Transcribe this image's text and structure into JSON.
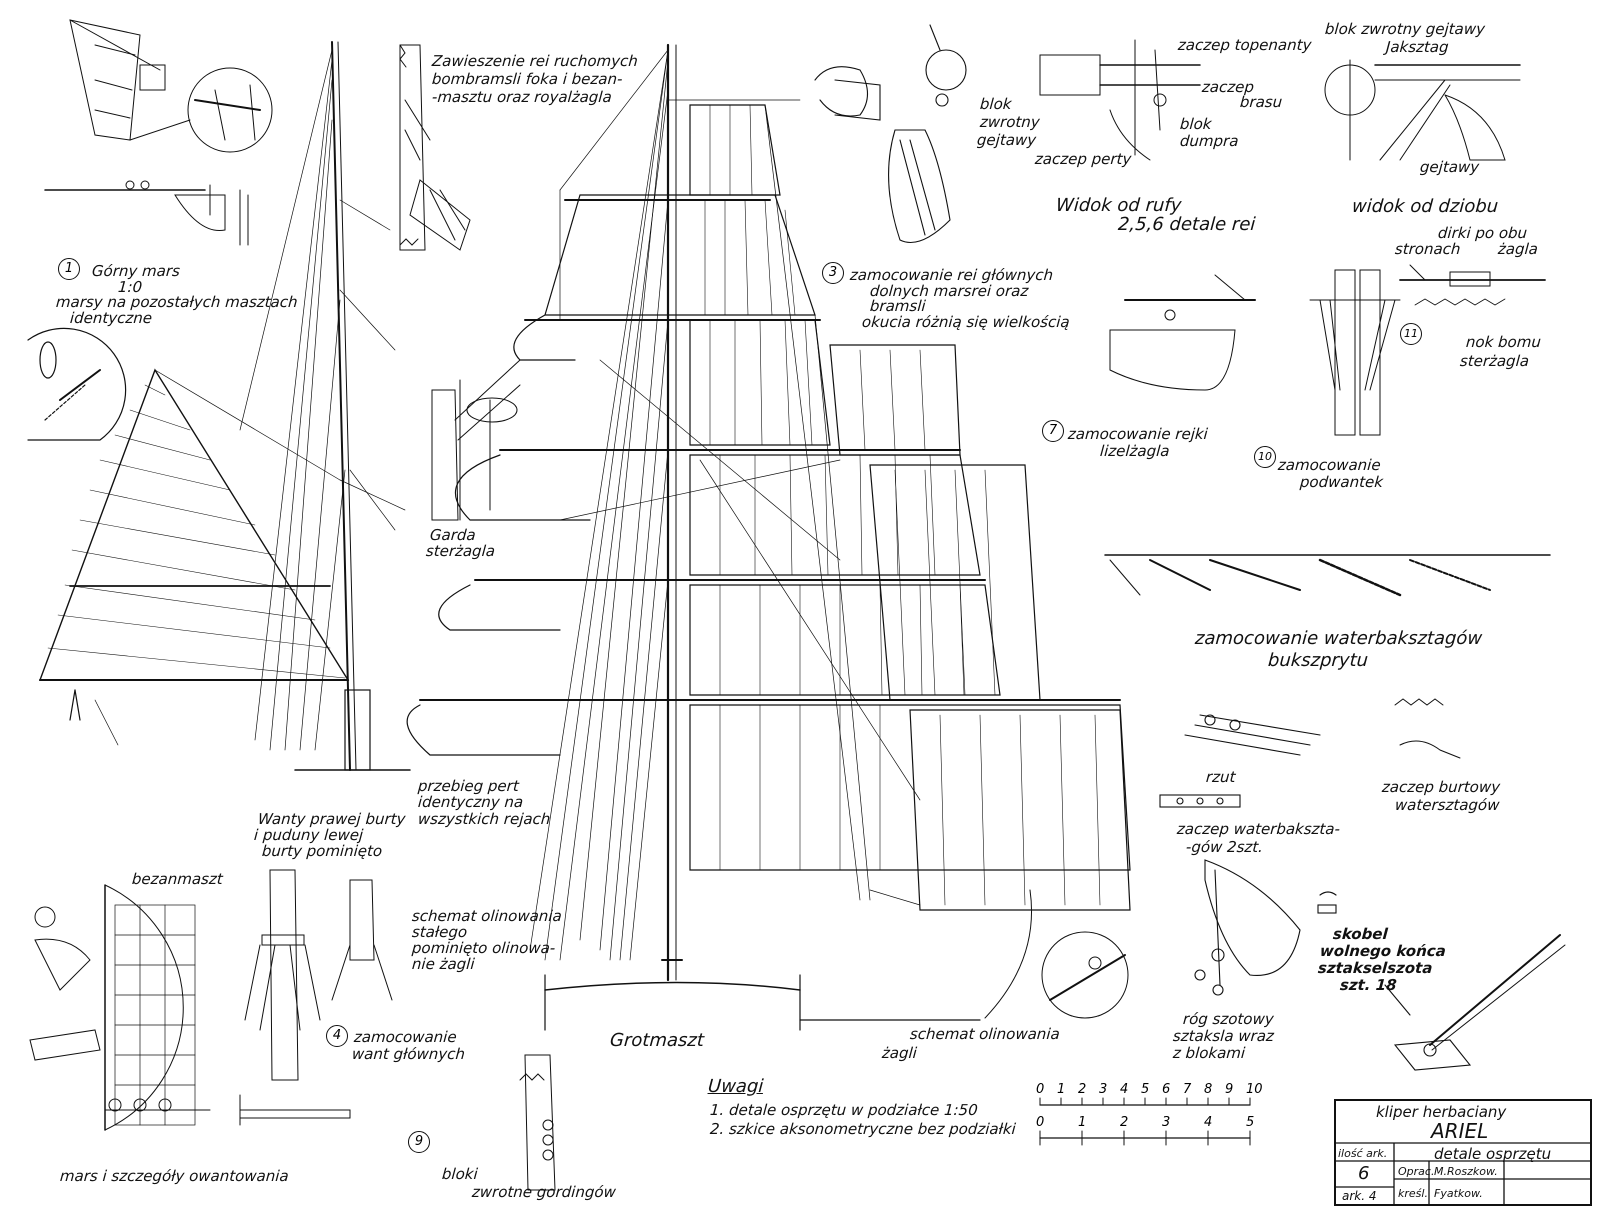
{
  "labels": {
    "gorny_mars": "Górny mars",
    "skala_1": "1:0",
    "marsy_note_1": "marsy na pozostałych masztach",
    "marsy_note_2": "identyczne",
    "zawieszenie_1": "Zawieszenie rei ruchomych",
    "zawieszenie_2": "bombramsli foka i bezan-",
    "zawieszenie_3": "-masztu oraz royalżagla",
    "blok_zwrotny_1": "blok",
    "blok_zwrotny_2": "zwrotny",
    "blok_zwrotny_3": "gejtawy",
    "zaczep_toppenanty": "zaczep topenanty",
    "zaczep_brasu_1": "zaczep",
    "zaczep_brasu_2": "brasu",
    "blok_dumpra_1": "blok",
    "blok_dumpra_2": "dumpra",
    "zaczep_perty": "zaczep perty",
    "widok_od_rufy": "Widok od rufy",
    "detale_rei": "2,5,6 detale rei",
    "blok_gejtawy_jak_1": "blok zwrotny gejtawy",
    "blok_gejtawy_jak_2": "Jaksztag",
    "gejtawy": "gejtawy",
    "widok_od_dziobu": "widok od dziobu",
    "dirki_1": "dirki po obu",
    "dirki_2": "stronach",
    "dirki_3": "żagla",
    "zamoc_rei_1": "zamocowanie rei głównych",
    "zamoc_rei_2": "dolnych marsrei oraz",
    "zamoc_rei_3": "bramsli",
    "zamoc_rei_4": "okucia różnią się wielkością",
    "nok_bomu_1": "nok bomu",
    "nok_bomu_2": "sterżagla",
    "zamoc_rejki_1": "zamocowanie rejki",
    "zamoc_rejki_2": "lizelżagla",
    "zamoc_podwantek_1": "zamocowanie",
    "zamoc_podwantek_2": "podwantek",
    "garda_1": "Garda",
    "garda_2": "sterżagla",
    "waterbak_1": "zamocowanie waterbaksztagów",
    "waterbak_2": "bukszprytu",
    "rzut": "rzut",
    "zaczep_burtowy_1": "zaczep burtowy",
    "zaczep_burtowy_2": "watersztagów",
    "zaczep_waterbak_1": "zaczep waterbakszta-",
    "zaczep_waterbak_2": "-gów 2szt.",
    "wanty_1": "Wanty prawej burty",
    "wanty_2": "i puduny lewej",
    "wanty_3": "burty pominięto",
    "przebieg_1": "przebieg pert",
    "przebieg_2": "identyczny na",
    "przebieg_3": "wszystkich rejach",
    "bezanmaszt": "bezanmaszt",
    "schemat_1": "schemat olinowania",
    "schemat_2": "stałego",
    "schemat_3": "pominięto olinowa-",
    "schemat_4": "nie żagli",
    "zamoc_want_1": "zamocowanie",
    "zamoc_want_2": "want głównych",
    "grotmaszt": "Grotmaszt",
    "schemat_zagli_1": "schemat olinowania",
    "schemat_zagli_2": "żagli",
    "rog_1": "róg szotowy",
    "rog_2": "sztaksla wraz",
    "rog_3": "z blokami",
    "skobel_1": "skobel",
    "skobel_2": "wolnego końca",
    "skobel_3": "sztakselszota",
    "skobel_4": "szt. 18",
    "mars_szczegoly": "mars i szczegóły owantowania",
    "bloki_1": "bloki",
    "bloki_2": "zwrotne gordingów"
  },
  "numbers": {
    "n1": "1",
    "n3": "3",
    "n4": "4",
    "n7": "7",
    "n9": "9",
    "n10": "10",
    "n11": "11"
  },
  "notes": {
    "heading": "Uwagi",
    "line1": "1. detale osprzętu w podziałce 1:50",
    "line2": "2. szkice aksonometryczne bez podziałki"
  },
  "scale": {
    "top": [
      "0",
      "1",
      "2",
      "3",
      "4",
      "5",
      "6",
      "7",
      "8",
      "9",
      "10"
    ],
    "bottom": [
      "0",
      "1",
      "2",
      "3",
      "4",
      "5"
    ]
  },
  "titleblock": {
    "kind": "kliper herbaciany",
    "name": "ARIEL",
    "subject": "detale osprzętu",
    "sheets_label": "ilość ark.",
    "sheets_count": "6",
    "sheet_label": "ark. 4",
    "oprac_label": "Oprac.",
    "oprac_name": "M.Roszkow.",
    "kresl_label": "kreśl.",
    "kresl_name": "Fyatkow."
  }
}
